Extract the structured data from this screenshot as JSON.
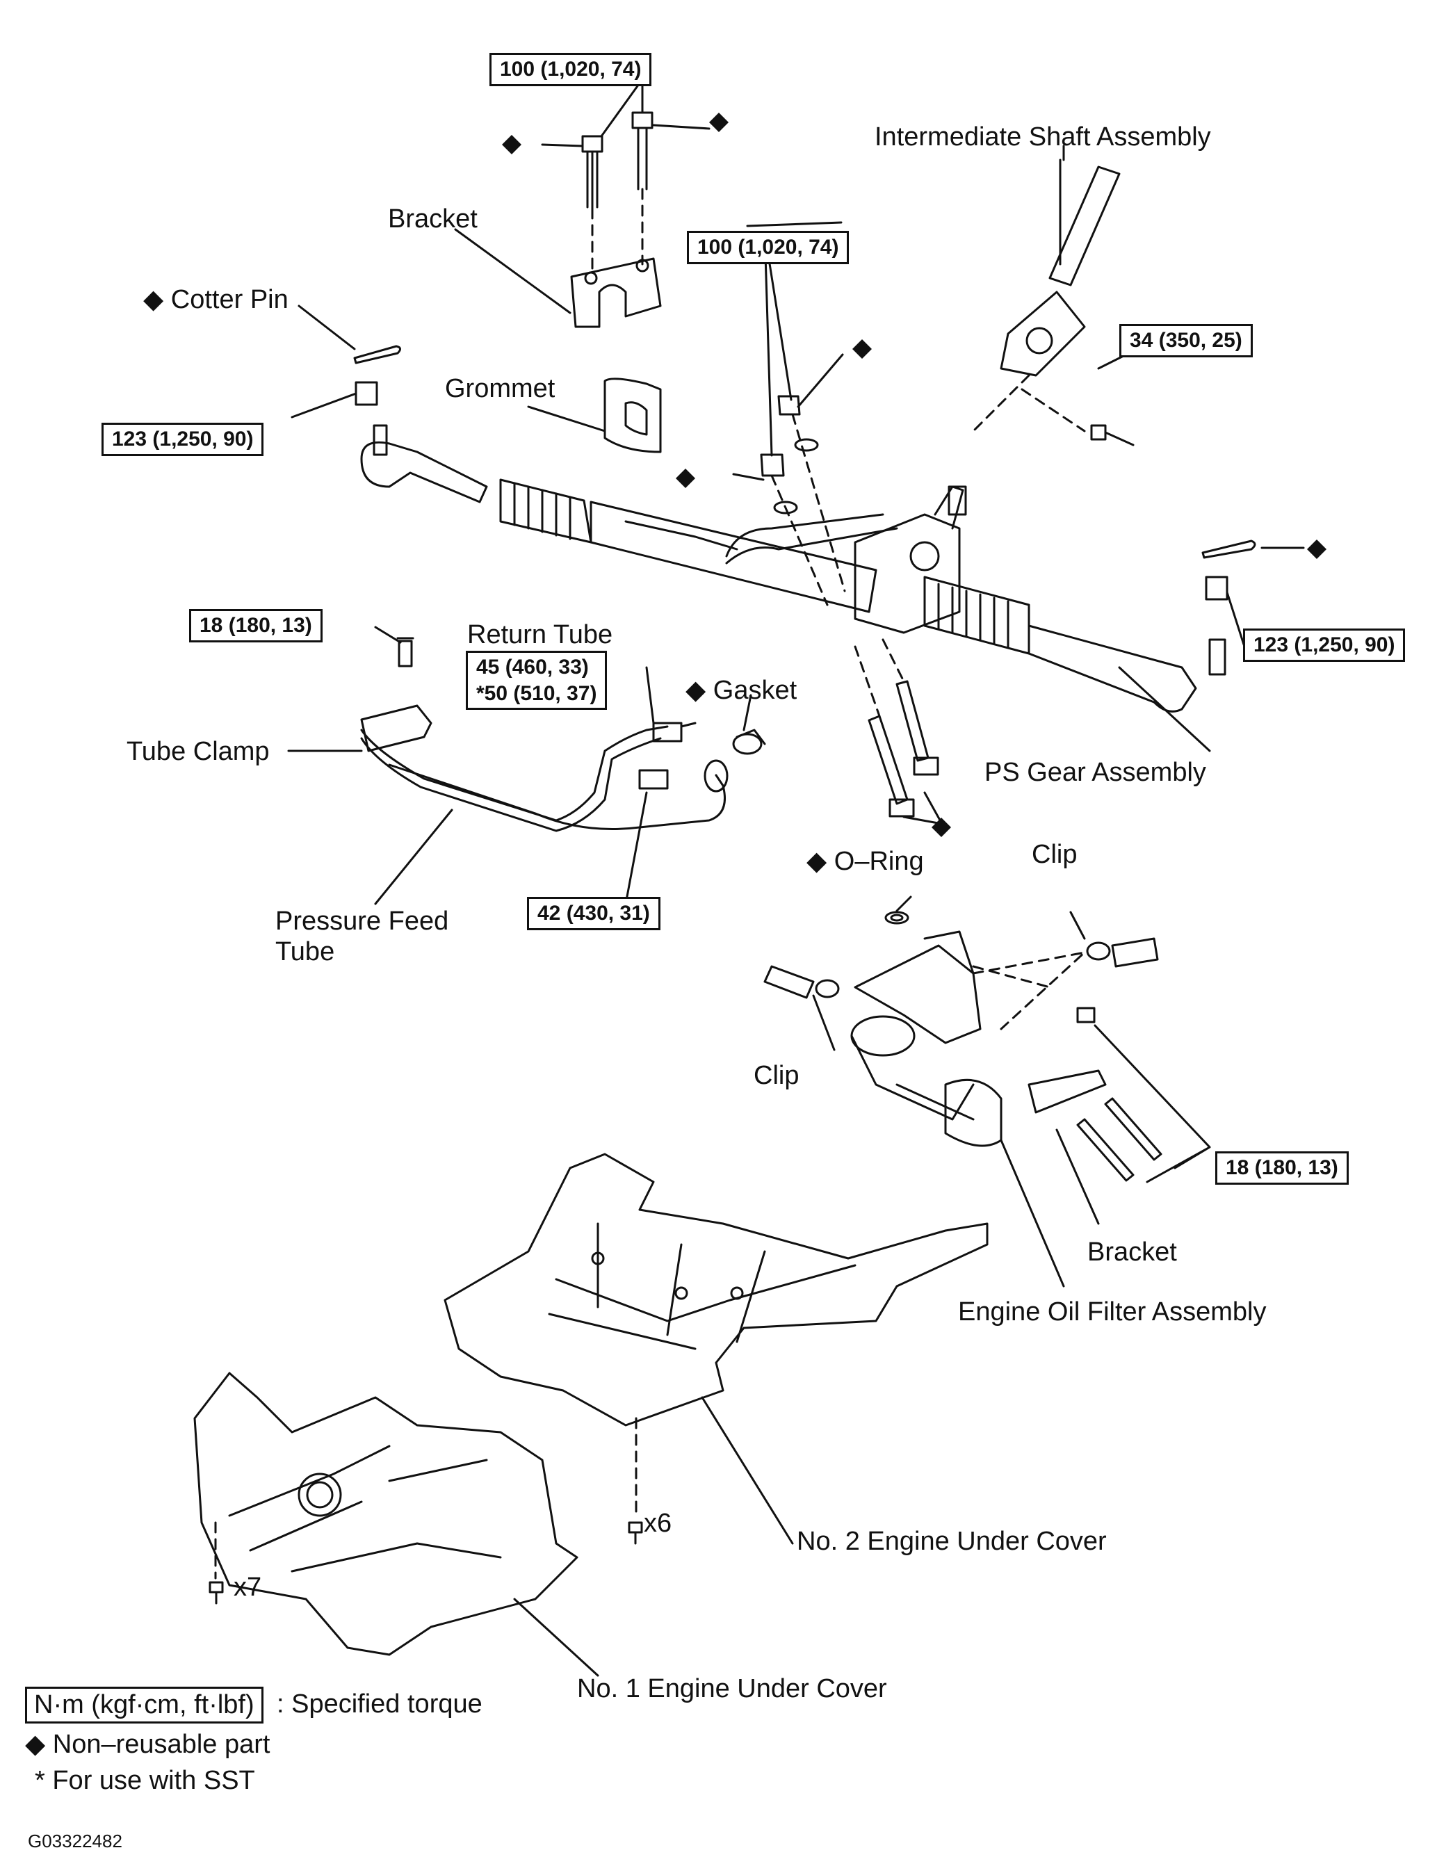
{
  "labels": {
    "intermediate_shaft": "Intermediate Shaft Assembly",
    "bracket_top": "Bracket",
    "cotter_pin": "Cotter Pin",
    "grommet": "Grommet",
    "return_tube": "Return Tube",
    "gasket": "Gasket",
    "tube_clamp": "Tube Clamp",
    "ps_gear": "PS Gear Assembly",
    "pressure_feed_line1": "Pressure Feed",
    "pressure_feed_line2": "Tube",
    "o_ring": "O–Ring",
    "clip_top": "Clip",
    "clip_left": "Clip",
    "bracket_bottom": "Bracket",
    "oil_filter": "Engine Oil Filter Assembly",
    "under_cover_2": "No. 2 Engine Under Cover",
    "under_cover_1": "No. 1 Engine Under Cover",
    "x6": "x6",
    "x7": "x7",
    "diamond": "◆"
  },
  "torques": {
    "top_bolts": "100 (1,020, 74)",
    "mid_nuts": "100 (1,020, 74)",
    "shaft_bolt": "34 (350, 25)",
    "tie_rod_left": "123 (1,250, 90)",
    "tie_rod_right": "123 (1,250, 90)",
    "tube_clamp_bolt": "18 (180, 13)",
    "return_tube_a": "45 (460, 33)",
    "return_tube_b": "*50 (510, 37)",
    "pressure_feed": "42 (430, 31)",
    "filter_bolts": "18 (180, 13)"
  },
  "legend": {
    "unit_box": "N·m (kgf·cm, ft·lbf)",
    "unit_text": ": Specified torque",
    "non_reusable": "◆ Non–reusable part",
    "sst": "* For use with SST"
  },
  "figure_id": "G03322482"
}
